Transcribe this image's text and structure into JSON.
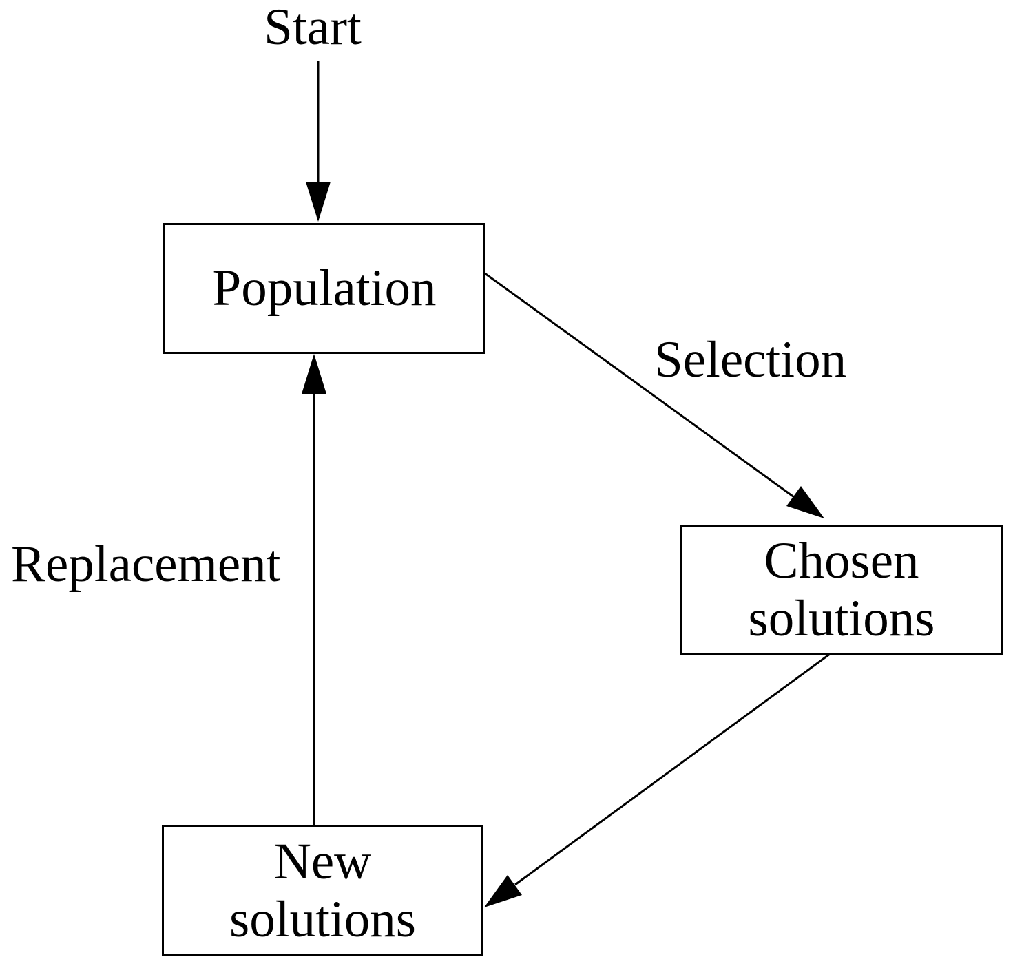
{
  "diagram": {
    "labels": {
      "start": "Start",
      "selection": "Selection",
      "replacement": "Replacement"
    },
    "nodes": {
      "population": "Population",
      "chosen_line1": "Chosen",
      "chosen_line2": "solutions",
      "new_line1": "New",
      "new_line2": "solutions"
    },
    "colors": {
      "line": "#000000",
      "text": "#000000",
      "background": "#ffffff",
      "node_fill": "#ffffff"
    }
  }
}
